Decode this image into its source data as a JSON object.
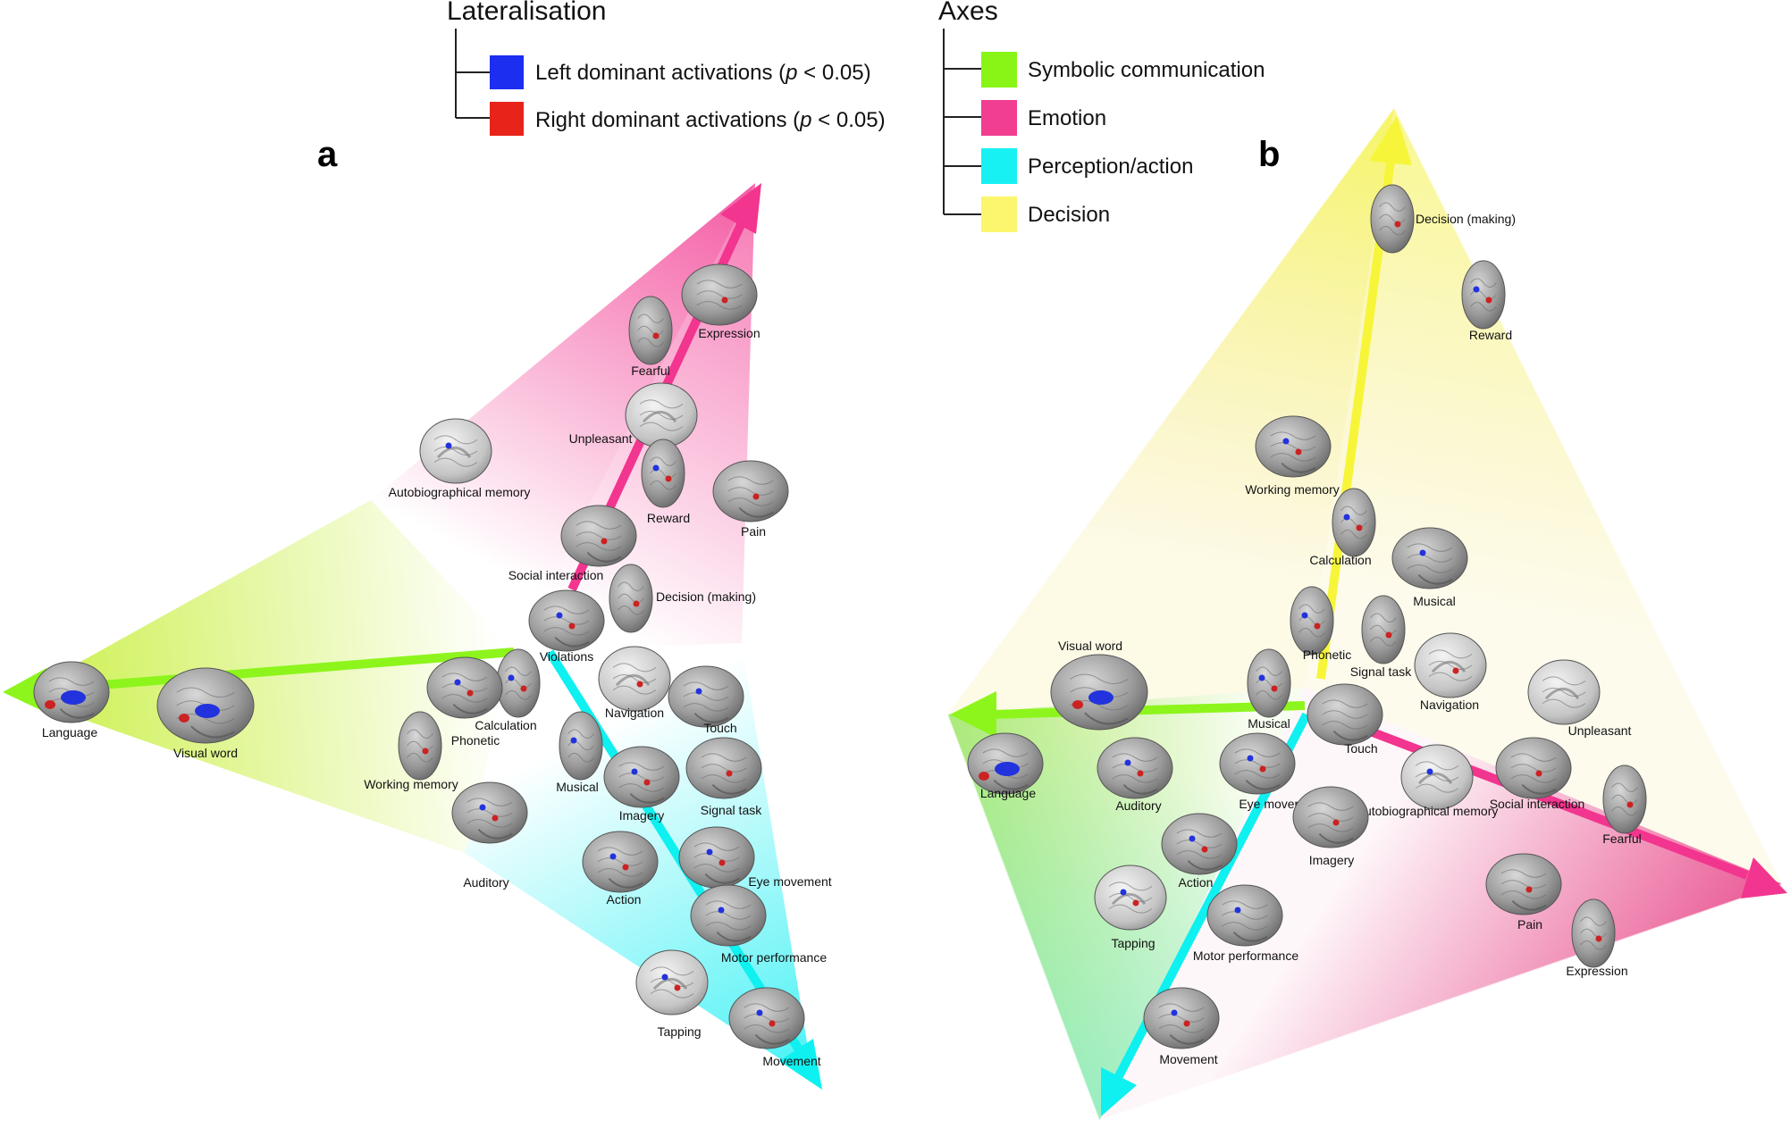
{
  "legend": {
    "lateralisation": {
      "title": "Lateralisation",
      "items": [
        {
          "pre": "Left dominant activations (",
          "p": "p",
          "post": " < 0.05)",
          "color": "#1c2ef0",
          "icon": "blue-swatch"
        },
        {
          "pre": "Right dominant activations (",
          "p": "p",
          "post": " < 0.05)",
          "color": "#e8231a",
          "icon": "red-swatch"
        }
      ]
    },
    "axes": {
      "title": "Axes",
      "items": [
        {
          "label": "Symbolic communication",
          "color": "#88f516"
        },
        {
          "label": "Emotion",
          "color": "#f13d92"
        },
        {
          "label": "Perception/action",
          "color": "#18f1f4"
        },
        {
          "label": "Decision",
          "color": "#fbf66d"
        }
      ]
    }
  },
  "colors": {
    "symbolic": "#8df51c",
    "emotion": "#f2358f",
    "perception": "#0ff0f0",
    "decision": "#f7f53a",
    "brain": "#9a9a9a",
    "left_spot": "#2233dd",
    "right_spot": "#cc2222"
  },
  "panels": [
    {
      "letter": "a",
      "brains": [
        {
          "label": "Expression",
          "spots": "r"
        },
        {
          "label": "Fearful",
          "spots": "r"
        },
        {
          "label": "Unpleasant",
          "spots": ""
        },
        {
          "label": "Reward",
          "spots": "lr"
        },
        {
          "label": "Pain",
          "spots": "r"
        },
        {
          "label": "Autobiographical memory",
          "spots": "l"
        },
        {
          "label": "Social interaction",
          "spots": "r"
        },
        {
          "label": "Decision (making)",
          "spots": "r"
        },
        {
          "label": "Violations",
          "spots": "lr"
        },
        {
          "label": "Language",
          "spots": "L"
        },
        {
          "label": "Visual word",
          "spots": "L"
        },
        {
          "label": "Calculation",
          "spots": "lr"
        },
        {
          "label": "Phonetic",
          "spots": "lr"
        },
        {
          "label": "Working memory",
          "spots": "r"
        },
        {
          "label": "Navigation",
          "spots": "r"
        },
        {
          "label": "Touch",
          "spots": "l"
        },
        {
          "label": "Musical",
          "spots": "l"
        },
        {
          "label": "Imagery",
          "spots": "lr"
        },
        {
          "label": "Signal task",
          "spots": "r"
        },
        {
          "label": "Auditory",
          "spots": "lr"
        },
        {
          "label": "Action",
          "spots": "lr"
        },
        {
          "label": "Eye movement",
          "spots": "lr"
        },
        {
          "label": "Motor performance",
          "spots": "l"
        },
        {
          "label": "Tapping",
          "spots": "lr"
        },
        {
          "label": "Movement",
          "spots": "lr"
        }
      ]
    },
    {
      "letter": "b",
      "brains": [
        {
          "label": "Decision (making)",
          "spots": "r"
        },
        {
          "label": "Reward",
          "spots": "lr"
        },
        {
          "label": "Working memory",
          "spots": "lr"
        },
        {
          "label": "Calculation",
          "spots": "lr"
        },
        {
          "label": "Musical",
          "spots": "l"
        },
        {
          "label": "Phonetic",
          "spots": "lr"
        },
        {
          "label": "Signal task",
          "spots": "r"
        },
        {
          "label": "Navigation",
          "spots": "r"
        },
        {
          "label": "Visual word",
          "spots": "L"
        },
        {
          "label": "Musical",
          "spots": "lr"
        },
        {
          "label": "Touch",
          "spots": ""
        },
        {
          "label": "Unpleasant",
          "spots": ""
        },
        {
          "label": "Language",
          "spots": "L"
        },
        {
          "label": "Auditory",
          "spots": "lr"
        },
        {
          "label": "Eye movement",
          "spots": "lr"
        },
        {
          "label": "Autobiographical memory",
          "spots": "l"
        },
        {
          "label": "Social interaction",
          "spots": "r"
        },
        {
          "label": "Fearful",
          "spots": "r"
        },
        {
          "label": "Imagery",
          "spots": "r"
        },
        {
          "label": "Action",
          "spots": "lr"
        },
        {
          "label": "Tapping",
          "spots": "lr"
        },
        {
          "label": "Motor performance",
          "spots": "l"
        },
        {
          "label": "Pain",
          "spots": "r"
        },
        {
          "label": "Expression",
          "spots": "r"
        },
        {
          "label": "Movement",
          "spots": "lr"
        }
      ]
    }
  ]
}
